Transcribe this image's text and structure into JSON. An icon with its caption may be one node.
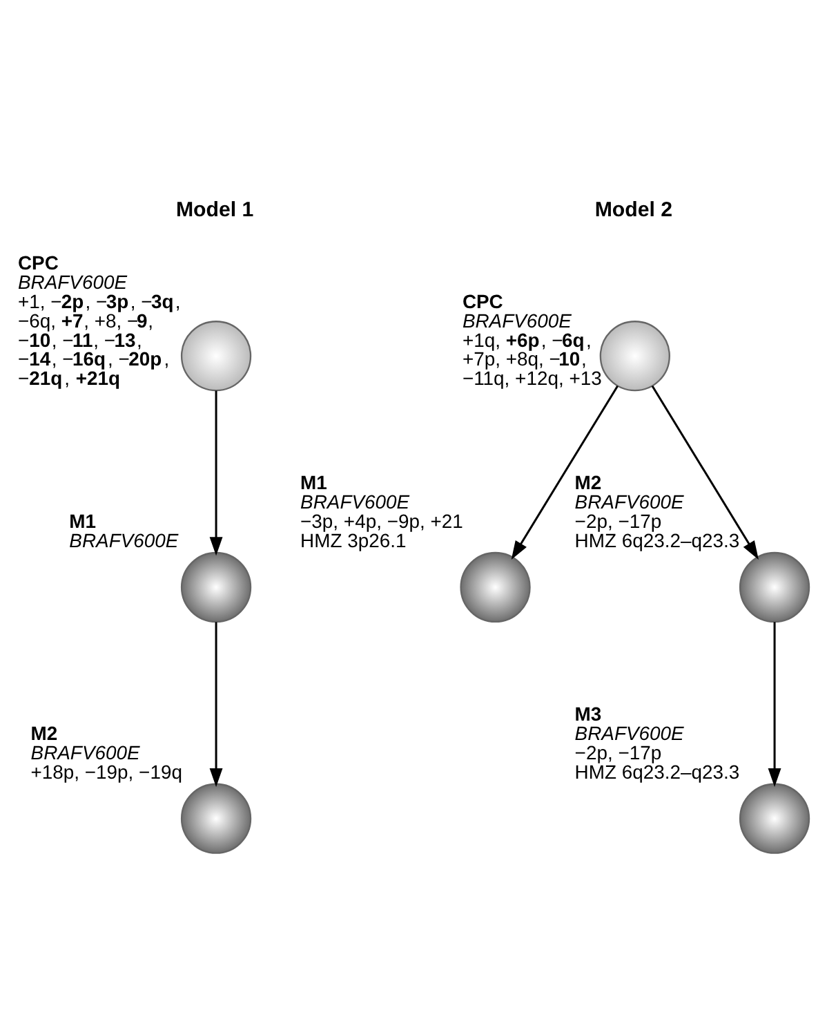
{
  "diagram": {
    "nodes": [
      {
        "text": [
          "CPC",
          "BRAFV600E",
          "+1, −**2p**, −**3p**, −**3q**, −6q, **+7**, +8, −**9**, −**10**, −**11**, −**13**, −**14**, −**16q**, −**20p**, −**21q**, **+21q**"
        ]
      },
      {
        "text": [
          "M1",
          "BRAFV600E"
        ]
      },
      {
        "text": [
          "M2",
          "BRAFV600E",
          "+18p, −19p, −19q"
        ]
      },
      {
        "text": [
          "CPC",
          "BRAFV600E",
          "+1q, **+6p**, −**6q**, +7p, +8q, −**10**, −11q, +12q, +13"
        ]
      },
      {
        "text": [
          "M1",
          "BRAFV600E",
          "−3p, +4p, −9p, +21",
          "HMZ 3p26.1"
        ]
      },
      {
        "text": [
          "M2",
          "BRAFV600E",
          "−2p, −17p",
          "HMZ 6q23.2–q23.3"
        ]
      },
      {
        "text": [
          "M3",
          "BRAFV600E",
          "−2p, −17p",
          "HMZ 6q23.2–q23.3"
        ]
      }
    ],
    "edges": [
      {
        "from": 0,
        "to": 1,
        "arrow": "to"
      },
      {
        "from": 1,
        "to": 2,
        "arrow": "to"
      },
      {
        "from": 3,
        "to": 4,
        "arrow": "to"
      },
      {
        "from": 3,
        "to": 5,
        "arrow": "to"
      },
      {
        "from": 5,
        "to": 6,
        "arrow": "to"
      }
    ],
    "labels": [
      "Model 1",
      "Model 2"
    ]
  }
}
